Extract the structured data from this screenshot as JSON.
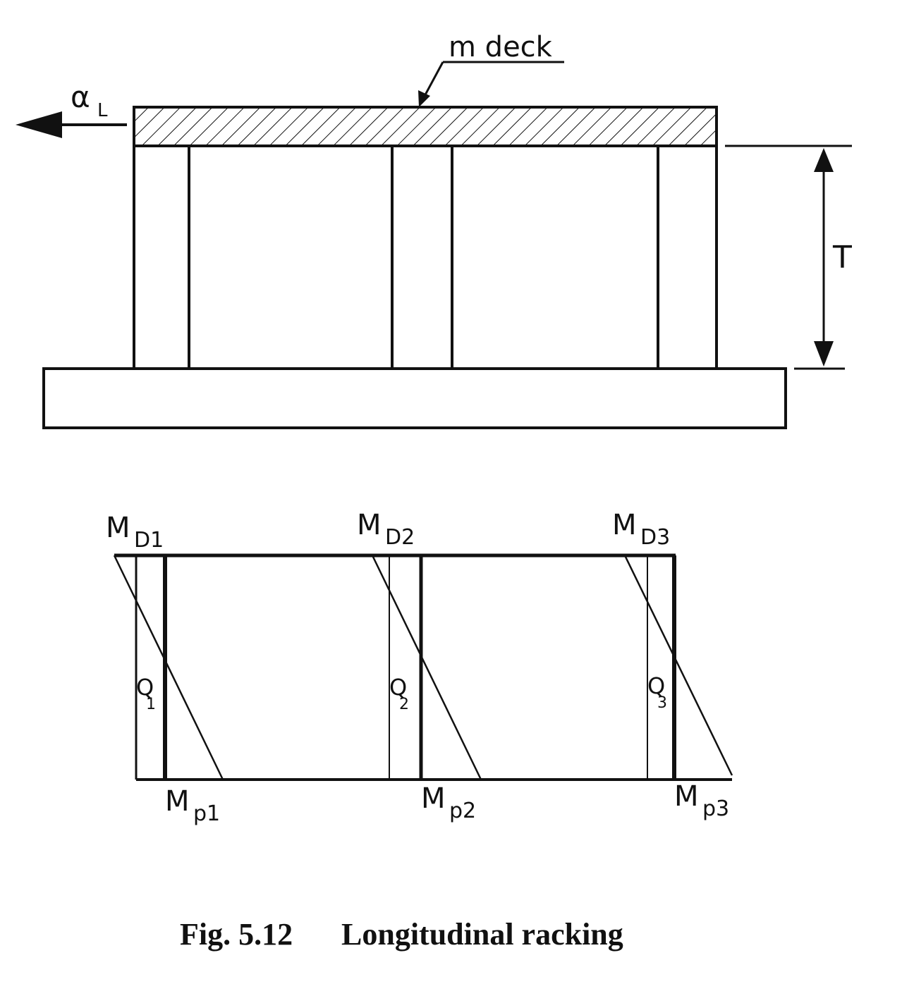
{
  "top_view": {
    "deck_label": "m deck",
    "acceleration_label": "α",
    "acceleration_sub": "L",
    "height_label": "T"
  },
  "moment_diagram": {
    "deck_moments": [
      {
        "main": "M",
        "sub": "D1"
      },
      {
        "main": "M",
        "sub": "D2"
      },
      {
        "main": "M",
        "sub": "D3"
      }
    ],
    "base_moments": [
      {
        "main": "M",
        "sub": "p1"
      },
      {
        "main": "M",
        "sub": "p2"
      },
      {
        "main": "M",
        "sub": "p3"
      }
    ],
    "shear_labels": [
      {
        "main": "Q",
        "sub": "1"
      },
      {
        "main": "Q",
        "sub": "2"
      },
      {
        "main": "Q",
        "sub": "3"
      }
    ]
  },
  "caption": {
    "number": "Fig. 5.12",
    "title": "Longitudinal racking"
  }
}
